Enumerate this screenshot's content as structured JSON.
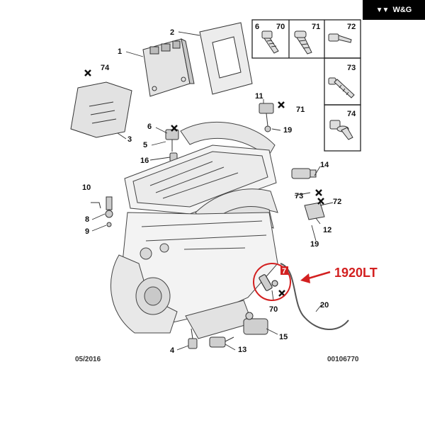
{
  "brand": {
    "logo_text": "W&G"
  },
  "fastener_table": {
    "headers": [
      "6",
      "70",
      "71",
      "72",
      "73",
      "74"
    ]
  },
  "callouts": {
    "c1": "1",
    "c2": "2",
    "c3": "3",
    "c4": "4",
    "c5": "5",
    "c6": "6",
    "c7": "7",
    "c8": "8",
    "c9": "9",
    "c10": "10",
    "c11": "11",
    "c12": "12",
    "c13": "13",
    "c14": "14",
    "c15": "15",
    "c16": "16",
    "c19a": "19",
    "c19b": "19",
    "c20": "20",
    "c70": "70",
    "c71": "71",
    "c72": "72",
    "c73": "73",
    "c74": "74"
  },
  "highlight": {
    "part_number": "1920LT",
    "accent_color": "#d32020"
  },
  "footer": {
    "date": "05/2016",
    "doc_number": "00106770"
  }
}
